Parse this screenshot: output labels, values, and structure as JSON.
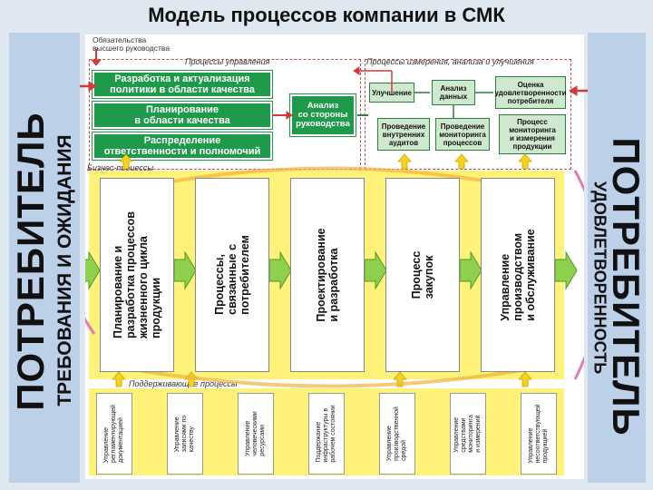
{
  "title": "Модель процессов компании в СМК",
  "left_panel": {
    "big": "ПОТРЕБИТЕЛЬ",
    "small": "ТРЕБОВАНИЯ И ОЖИДАНИЯ"
  },
  "right_panel": {
    "big": "ПОТРЕБИТЕЛЬ",
    "small": "УДОВЛЕТВОРЕННОСТЬ"
  },
  "top_note": "Обязательства\nвысшего руководства",
  "management": {
    "label": "Процессы управления",
    "boxes": [
      "Разработка и актуализация\nполитики в области качества",
      "Планирование\nв области качества",
      "Распределение\nответственности и полномочий"
    ],
    "analysis": "Анализ\nсо стороны\nруководства"
  },
  "measurement": {
    "label": "Процессы измерения, анализа и улучшения",
    "improvement": "Улучшение",
    "data_analysis": "Анализ\nданных",
    "satisfaction": "Оценка\nудовлетворенности\nпотребителя",
    "audits": "Проведение\nвнутренних\nаудитов",
    "monitoring": "Проведение\nмониторинга\nпроцессов",
    "product_monitoring": "Процесс\nмониторинга\nи измерения\nпродукции"
  },
  "business": {
    "label": "Бизнес-процессы",
    "processes": [
      "Планирование и\nразработка процессов\nжизненного цикла\nпродукции",
      "Процессы,\nсвязанные с\nпотребителем",
      "Проектирование\nи разработка",
      "Процесс\nзакупок",
      "Управление\nпроизводством\nи обслуживание"
    ]
  },
  "support": {
    "label": "Поддерживающие процессы",
    "processes": [
      "Управление\nрегламентирующей\nдокументацией",
      "Управление\nзаписями по\nкачеству",
      "Управление\nчеловеческими\nресурсами",
      "Поддержание\nинфраструктуры в\nрабочем состоянии",
      "Управление\nпроизводственной\nсредой",
      "Управление\nсредствами\nмониторинга\nи измерений",
      "Управление\nнесоответствующей\nпродукцией"
    ]
  },
  "colors": {
    "green": "#1f9a4b",
    "light_green": "#cfe9cf",
    "yellow": "#fff27a",
    "red": "#d03a3a",
    "side_blue": "#bcd0e8"
  }
}
